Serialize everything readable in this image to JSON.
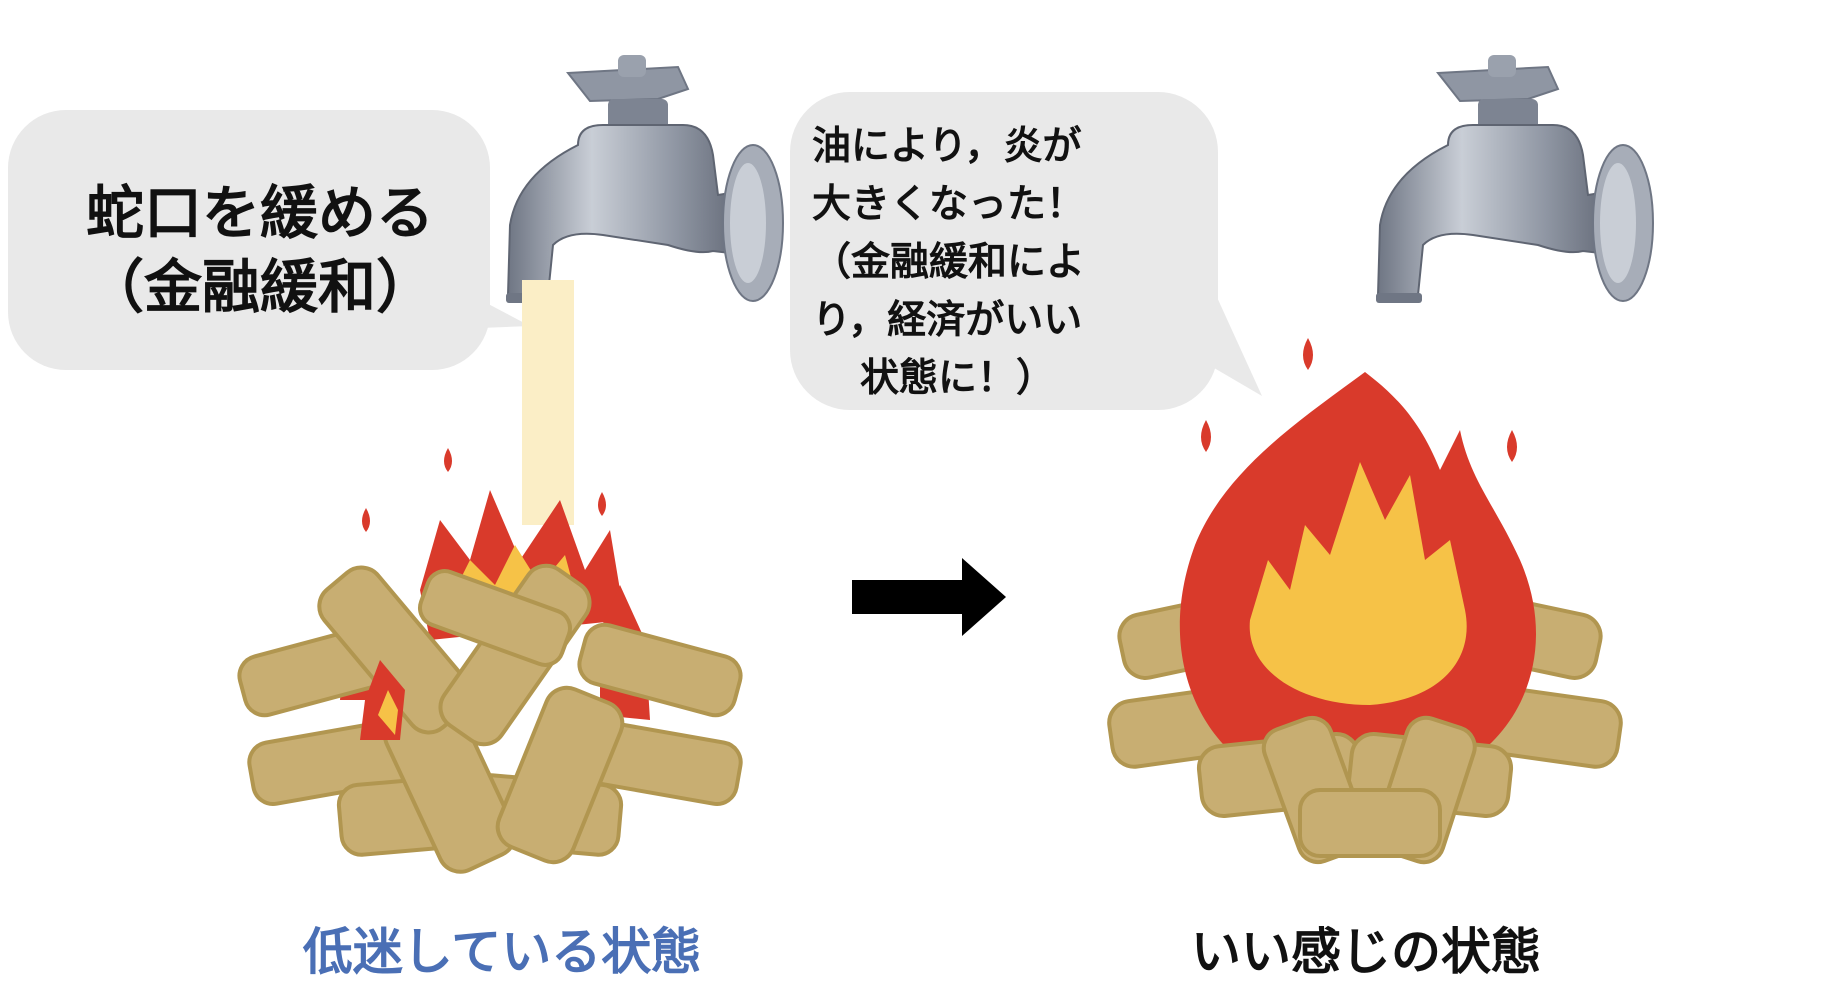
{
  "left_bubble": {
    "lines": [
      "蛇口を緩める",
      "（金融緩和）"
    ]
  },
  "right_bubble": {
    "lines": [
      "油により，炎が",
      "大きくなった！",
      "（金融緩和によ",
      "り，経済がいい",
      "状態に！）"
    ]
  },
  "captions": {
    "left": "低迷している状態",
    "right": "いい感じの状態"
  },
  "colors": {
    "bubble_fill": "#e9e9e9",
    "oil_stream": "#fbeec6",
    "flame_outer": "#d93a2b",
    "flame_inner": "#f6c247",
    "wood": "#c8ae72",
    "faucet": "#8f96a3",
    "left_caption": "#4a6fb5",
    "arrow": "#000000"
  },
  "icons": [
    "faucet-icon",
    "campfire-icon",
    "arrow-right-icon",
    "speech-bubble-icon"
  ]
}
